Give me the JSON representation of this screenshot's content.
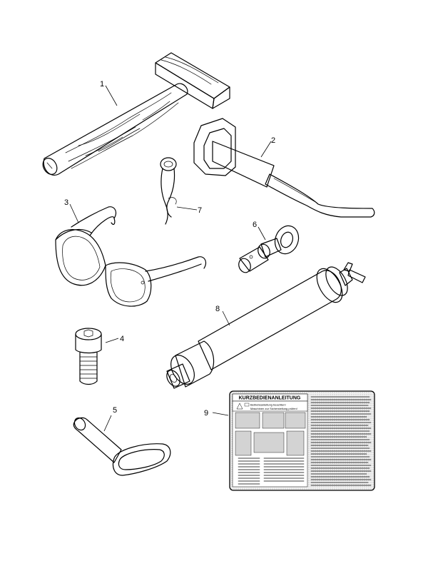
{
  "callouts": {
    "hammer": "1",
    "pry_bar": "2",
    "glasses": "3",
    "screw": "4",
    "key": "5",
    "eye_bolt": "6",
    "cotter_pin": "7",
    "grease_gun": "8",
    "label": "9"
  },
  "label_card": {
    "title": "KURZBEDIENANLEITUNG",
    "line1": "Betriebsanleitung beachten!",
    "line2": "Maschinen zur Sicherstellung prüfen!"
  }
}
